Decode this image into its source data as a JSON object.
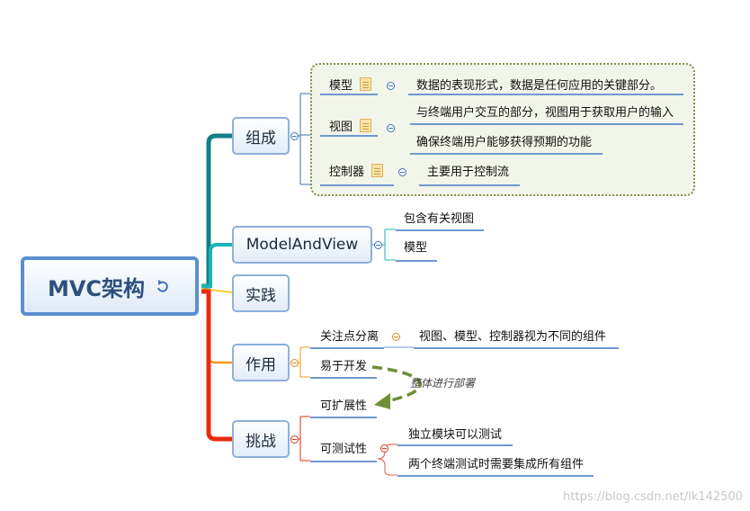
{
  "central_topic": "MVC架构",
  "branches": {
    "composition": {
      "title": "组成",
      "model": {
        "label": "模型",
        "desc": "数据的表现形式，数据是任何应用的关键部分。"
      },
      "view": {
        "label": "视图",
        "desc1": "与终端用户交互的部分，视图用于获取用户的输入",
        "desc2": "确保终端用户能够获得预期的功能"
      },
      "controller": {
        "label": "控制器",
        "desc": "主要用于控制流"
      }
    },
    "model_and_view": {
      "title": "ModelAndView",
      "item1": "包含有关视图",
      "item2": "模型"
    },
    "practice": {
      "title": "实践"
    },
    "role": {
      "title": "作用",
      "separation": "关注点分离",
      "separation_desc": "视图、模型、控制器视为不同的组件",
      "easy_dev": "易于开发"
    },
    "challenge": {
      "title": "挑战",
      "scalability": "可扩展性",
      "testability": "可测试性",
      "test_desc1": "独立模块可以测试",
      "test_desc2": "两个终端测试时需要集成所有组件"
    }
  },
  "relationship": {
    "label": "整体进行部署"
  },
  "watermark": "https://blog.csdn.net/lk142500",
  "colors": {
    "teal": "#0f7f86",
    "cyan": "#1bb3b6",
    "yellow": "#f4cf2b",
    "orange": "#f39a1c",
    "red": "#ea2b12",
    "blue_line": "#6f99cf",
    "boundary": "#80904a",
    "arrow": "#6f8f35"
  }
}
